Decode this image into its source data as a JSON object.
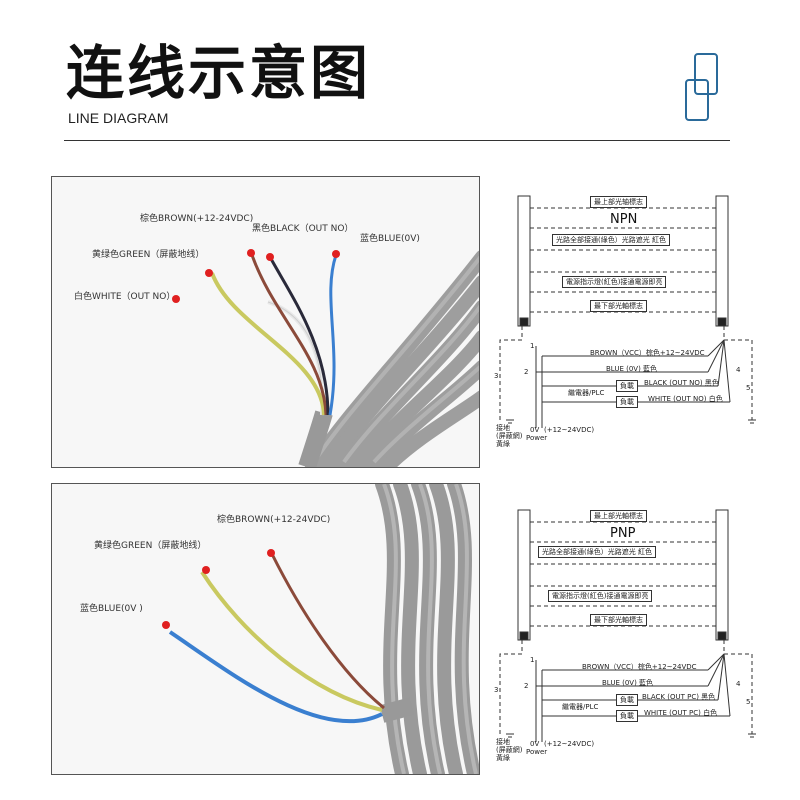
{
  "header": {
    "title": "连线示意图",
    "subtitle": "LINE DIAGRAM"
  },
  "photo_npn": {
    "labels": {
      "brown": "棕色BROWN(+12-24VDC)",
      "black": "黑色BLACK（OUT NO）",
      "blue": "蓝色BLUE(0V)",
      "green": "黄绿色GREEN（屏蔽地线）",
      "white": "白色WHITE（OUT NO）"
    }
  },
  "photo_pnp": {
    "labels": {
      "brown": "棕色BROWN(+12-24VDC)",
      "green": "黄绿色GREEN（屏蔽地线）",
      "blue": "蓝色BLUE(0V )"
    }
  },
  "diagram_npn": {
    "type": "NPN",
    "top_beam": "最上部光轴標志",
    "status_all": "光路全部接通(綠色）光路遮光 紅色",
    "power_indicator": "電源指示燈(紅色)接通電源即亮",
    "bottom_beam": "最下部光軸標志",
    "brown": "BROWN（VCC）棕色+12~24VDC",
    "blue": "BLUE (0V)  藍色",
    "black": "BLACK (OUT NO)  黑色",
    "white": "WHITE (OUT NO)  白色",
    "load": "負載",
    "relay": "繼電器/PLC",
    "ground": "接地\n(屏蔽網)\n黃綠",
    "zero_v": "0V",
    "power": "Power",
    "vdc": "(+12~24VDC)",
    "n1": "1",
    "n2": "2",
    "n3": "3",
    "n4": "4",
    "n5": "5"
  },
  "diagram_pnp": {
    "type": "PNP",
    "top_beam": "最上部光軸標志",
    "status_all": "光路全部接通(綠色）光路遮光 紅色",
    "power_indicator": "電源指示燈(紅色)接通電源即亮",
    "bottom_beam": "最下部光軸標志",
    "brown": "BROWN（VCC）棕色+12~24VDC",
    "blue": "BLUE (0V)  藍色",
    "black": "BLACK (OUT PC)  黑色",
    "white": "WHITE (OUT PC)  白色",
    "load": "負載",
    "relay": "繼電器/PLC",
    "ground": "接地\n(屏蔽網)\n黃綠",
    "zero_v": "0V",
    "power": "Power",
    "vdc": "(+12~24VDC)",
    "n1": "1",
    "n2": "2",
    "n3": "3",
    "n4": "4",
    "n5": "5"
  },
  "colors": {
    "brown": "#8b4a3a",
    "black": "#2a2a3a",
    "blue": "#3a7fd0",
    "green": "#c9c960",
    "white": "#e8e8e8",
    "cable": "#9a9a9a",
    "logo": "#2a6a9a"
  }
}
